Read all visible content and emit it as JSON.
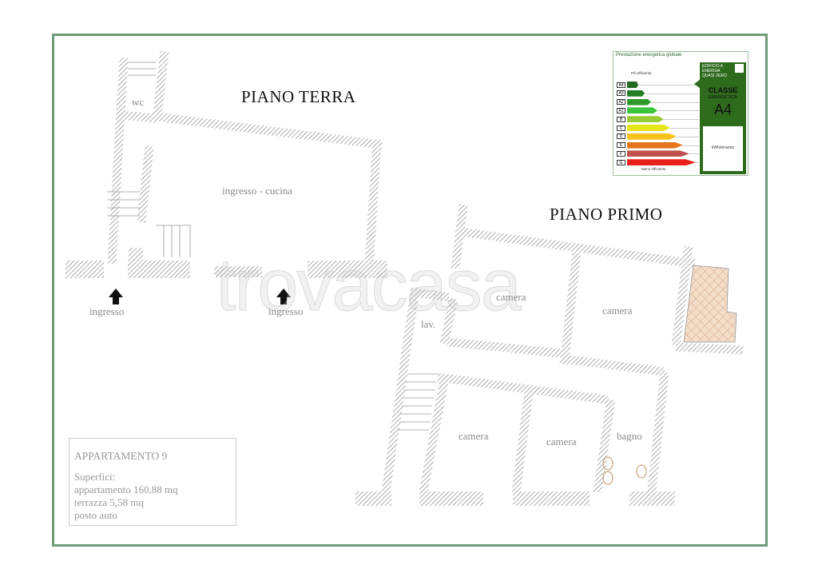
{
  "watermark": "trovacasa",
  "piano_terra": {
    "title": "PIANO TERRA",
    "rooms": {
      "wc": "wc",
      "ingresso_cucina": "ingresso - cucina"
    },
    "entrances": [
      "ingresso",
      "ingresso"
    ]
  },
  "piano_primo": {
    "title": "PIANO PRIMO",
    "rooms": {
      "camera1": "camera",
      "camera2": "camera",
      "lav": "lav.",
      "camera3": "camera",
      "camera4": "camera",
      "bagno": "bagno"
    }
  },
  "info": {
    "heading": "APPARTAMENTO 9",
    "label": "Superfici:",
    "lines": [
      "appartamento 160,88 mq",
      "terrazza 5,58 mq",
      "posto auto"
    ]
  },
  "energy_label": {
    "title": "Prestazione energetica globale",
    "best": "Più efficiente",
    "worst": "Meno efficiente",
    "nzeb": "EDIFICIO A ENERGIA QUASI ZERO",
    "classe": "CLASSE",
    "energetica": "ENERGETICA",
    "class_value": "A4",
    "unit": "kWh/m²anno",
    "classes": [
      {
        "name": "A4",
        "color": "#1f6b1f"
      },
      {
        "name": "A3",
        "color": "#237f23"
      },
      {
        "name": "A2",
        "color": "#2f9a2a"
      },
      {
        "name": "A1",
        "color": "#3cc43c"
      },
      {
        "name": "B",
        "color": "#99cc33"
      },
      {
        "name": "C",
        "color": "#e5e51a"
      },
      {
        "name": "D",
        "color": "#f7c21a"
      },
      {
        "name": "E",
        "color": "#e5761e"
      },
      {
        "name": "F",
        "color": "#c0504d"
      },
      {
        "name": "G",
        "color": "#e8201a"
      }
    ]
  },
  "colors": {
    "frame": "#6f9a7a",
    "wall": "#8c8c8c"
  }
}
